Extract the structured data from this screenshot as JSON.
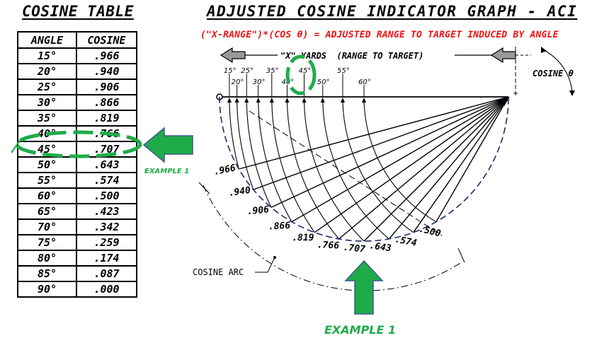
{
  "cosine_table": {
    "title": "COSINE TABLE",
    "headers": [
      "ANGLE",
      "COSINE"
    ],
    "rows": [
      {
        "angle": "15°",
        "cosine": ".966"
      },
      {
        "angle": "20°",
        "cosine": ".940"
      },
      {
        "angle": "25°",
        "cosine": ".906"
      },
      {
        "angle": "30°",
        "cosine": ".866"
      },
      {
        "angle": "35°",
        "cosine": ".819"
      },
      {
        "angle": "40°",
        "cosine": ".766"
      },
      {
        "angle": "45°",
        "cosine": ".707"
      },
      {
        "angle": "50°",
        "cosine": ".643"
      },
      {
        "angle": "55°",
        "cosine": ".574"
      },
      {
        "angle": "60°",
        "cosine": ".500"
      },
      {
        "angle": "65°",
        "cosine": ".423"
      },
      {
        "angle": "70°",
        "cosine": ".342"
      },
      {
        "angle": "75°",
        "cosine": ".259"
      },
      {
        "angle": "80°",
        "cosine": ".174"
      },
      {
        "angle": "85°",
        "cosine": ".087"
      },
      {
        "angle": "90°",
        "cosine": ".000"
      }
    ]
  },
  "graph": {
    "title": "ADJUSTED COSINE INDICATOR GRAPH - ACI",
    "formula": "(\"X-RANGE\")*(COS θ) = ADJUSTED RANGE TO TARGET INDUCED BY ANGLE",
    "range_label": "\"X\" YARDS  (RANGE TO TARGET)",
    "cosine_theta_label": "COSINE θ",
    "cosine_arc_label": "COSINE ARC",
    "angle_ticks_top": [
      "15°",
      "25°",
      "35°",
      "45°",
      "55°"
    ],
    "angle_ticks_bottom": [
      "20°",
      "30°",
      "40°",
      "50°",
      "60°"
    ],
    "arc_values": [
      ".966",
      ".940",
      ".906",
      ".866",
      ".819",
      ".766",
      ".707",
      ".643",
      ".574",
      ".500"
    ]
  },
  "annotations": {
    "example_small": "EXAMPLE 1",
    "example_big": "EXAMPLE 1",
    "highlight_color": "#1eab4a",
    "formula_color": "#ee1111"
  }
}
